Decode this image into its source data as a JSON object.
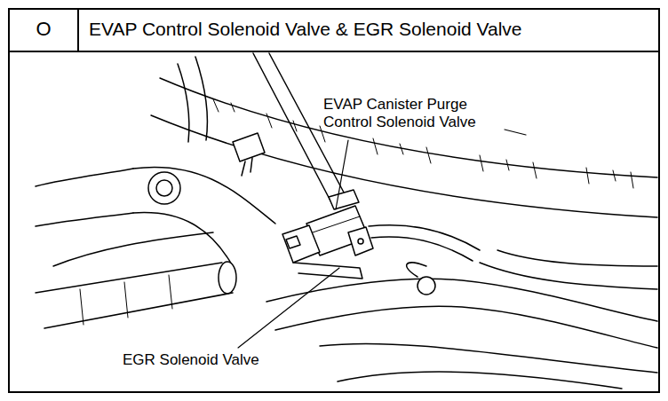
{
  "diagram": {
    "title": "EVAP Control Solenoid Valve & EGR Solenoid Valve",
    "labels": [
      "O",
      "EVAP Canister Purge Control Solenoid Valve",
      "EGR Solenoid Valve"
    ]
  }
}
